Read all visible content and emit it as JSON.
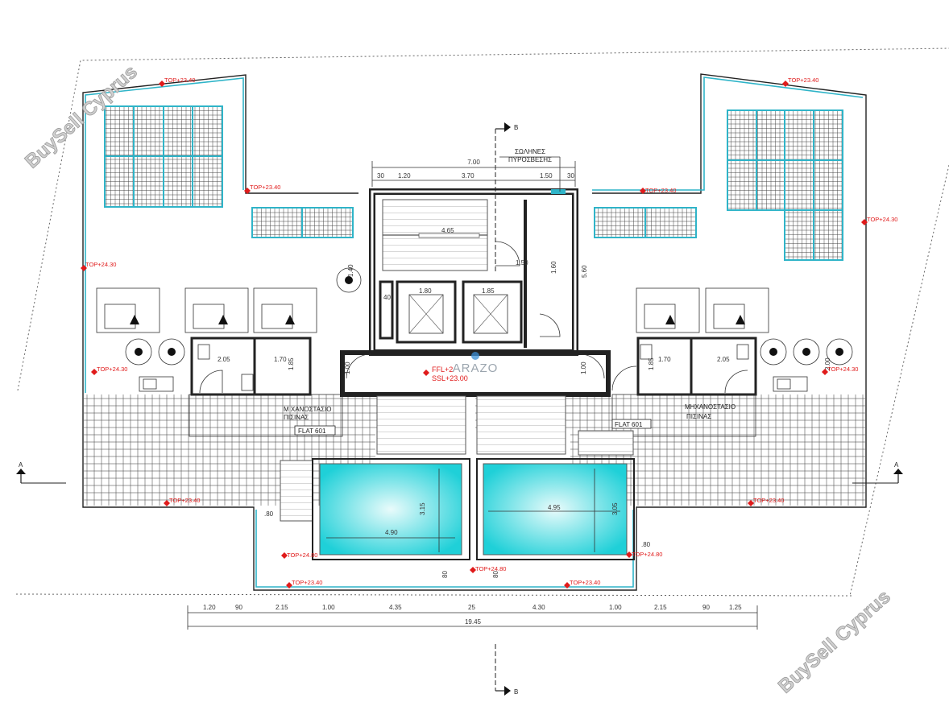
{
  "watermark": "BuySell Cyprus",
  "logo": {
    "text": "ARAZO",
    "color": "#3a8fd6"
  },
  "labels": {
    "fire_pipes_line1": "ΣΩΛΗΝΕΣ",
    "fire_pipes_line2": "ΠΥΡΟΣΒΕΣΗΣ",
    "ffl": "FFL+2",
    "ssl": "SSL+23.00",
    "machine_room_left_1": "Μ ΧΑΝΟΣΤΑΣΙΟ",
    "machine_room_left_2": "ΠΙΣΙΝΑΣ",
    "machine_room_right_1": "ΜΗΧΑΝΟΣΤΑΣΙΟ",
    "machine_room_right_2": "ΠΙΣΙΝΑΣ",
    "flat_left": "FLAT 601",
    "flat_right": "FLAT 601",
    "section_a": "A",
    "section_b": "B"
  },
  "levels": {
    "top_23_40": "TOP+23.40",
    "top_24_30": "TOP+24.30",
    "top_24_80": "TOP+24.80"
  },
  "dims_top": [
    "30",
    "1.20",
    "3.70",
    "1.50",
    "30"
  ],
  "dims_top_total": "7.00",
  "dims_bottom": [
    "1.20",
    "90",
    "2.15",
    "1.00",
    "4.35",
    "25",
    "4.30",
    "1.00",
    "2.15",
    "90",
    "1.25"
  ],
  "dims_bottom_total": "19.45",
  "dims_core": [
    "4.65",
    "1.50",
    "1.80",
    "1.85",
    "40",
    "5.60",
    "1.40",
    "1.60"
  ],
  "dims_rooms": [
    "2.05",
    "1.70",
    "1.70",
    "2.05",
    "1.85",
    "1.85",
    "2.00",
    "1.00",
    "1.00"
  ],
  "dims_pools": [
    "4.90",
    "3.15",
    "4.95",
    "3.05",
    ".80",
    ".80",
    "80",
    "80"
  ],
  "colors": {
    "pool": "#2ad6dc",
    "solar_frame": "#2fb4c8",
    "level_marker": "#e01b1b"
  }
}
